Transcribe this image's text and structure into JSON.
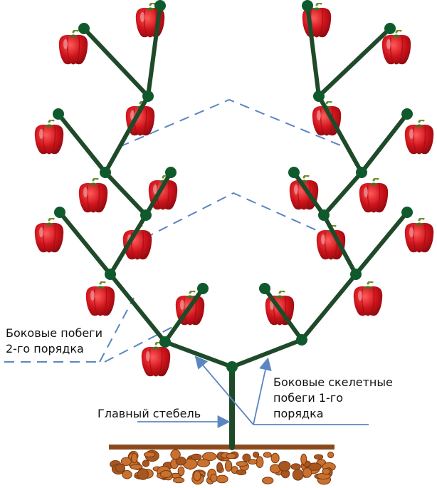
{
  "labels": {
    "lateral_line1": "Боковые побеги",
    "lateral_line2": "2-го порядка",
    "skeletal_line1": "Боковые скелетные",
    "skeletal_line2": "побеги 1-го",
    "skeletal_line3": "порядка",
    "main_stem": "Главный стебель"
  },
  "colors": {
    "stem": "#1f4a2a",
    "node": "#0f5a2c",
    "pepper": "#d0141c",
    "pepper_dark": "#8e0a10",
    "pepper_stalk": "#6f8f2a",
    "soil_line": "#8a4a1c",
    "soil_stone": "#c9712e",
    "guide_dashed": "#5b86c2",
    "arrow": "#5b86c2"
  },
  "icons": [
    "pepper-icon",
    "soil-stones"
  ]
}
